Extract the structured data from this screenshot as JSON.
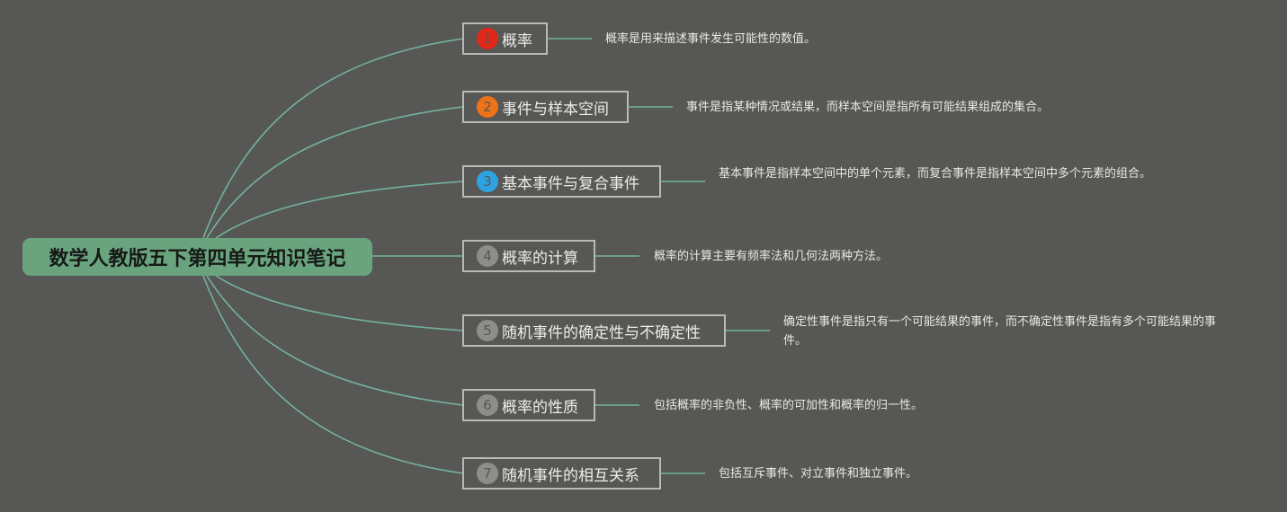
{
  "root": {
    "label": "数学人教版五下第四单元知识笔记",
    "color": "#6aa47f"
  },
  "line_color": "#74b29c",
  "topics": [
    {
      "number": "1",
      "label": "概率",
      "badge_color": "#e0281a",
      "note": "概率是用来描述事件发生可能性的数值。"
    },
    {
      "number": "2",
      "label": "事件与样本空间",
      "badge_color": "#ee7218",
      "note": "事件是指某种情况或结果，而样本空间是指所有可能结果组成的集合。"
    },
    {
      "number": "3",
      "label": "基本事件与复合事件",
      "badge_color": "#2ea3e3",
      "note": "基本事件是指样本空间中的单个元素，而复合事件是指样本空间中多个元素的组合。"
    },
    {
      "number": "4",
      "label": "概率的计算",
      "badge_color": "#8d8e8b",
      "note": "概率的计算主要有频率法和几何法两种方法。"
    },
    {
      "number": "5",
      "label": "随机事件的确定性与不确定性",
      "badge_color": "#8d8e8b",
      "note": "确定性事件是指只有一个可能结果的事件，而不确定性事件是指有多个可能结果的事件。"
    },
    {
      "number": "6",
      "label": "概率的性质",
      "badge_color": "#8d8e8b",
      "note": "包括概率的非负性、概率的可加性和概率的归一性。"
    },
    {
      "number": "7",
      "label": "随机事件的相互关系",
      "badge_color": "#8d8e8b",
      "note": "包括互斥事件、对立事件和独立事件。"
    }
  ]
}
